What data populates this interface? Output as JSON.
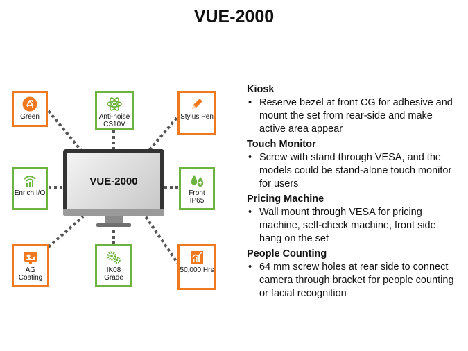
{
  "title": "VUE-2000",
  "monitor_label": "VUE-2000",
  "features": [
    {
      "label": "Green",
      "icon": "recycle-icon",
      "color": "#f0781e"
    },
    {
      "label": "Anti-noise CS10V",
      "icon": "atom-icon",
      "color": "#6cb33f"
    },
    {
      "label": "Stylus Pen",
      "icon": "pen-icon",
      "color": "#f0781e"
    },
    {
      "label": "Enrich I/O",
      "icon": "wifi-signal-icon",
      "color": "#6cb33f"
    },
    {
      "label": "Front IP65",
      "icon": "water-drops-icon",
      "color": "#6cb33f"
    },
    {
      "label": "AG Coating",
      "icon": "ag-screen-icon",
      "color": "#f0781e"
    },
    {
      "label": "IK08 Grade",
      "icon": "gears-icon",
      "color": "#6cb33f"
    },
    {
      "label": "50,000 Hrs",
      "icon": "bar-chart-icon",
      "color": "#f0781e"
    }
  ],
  "sections": [
    {
      "heading": "Kiosk",
      "body": "Reserve bezel at front CG for adhesive and mount the set from rear-side and make active area appear"
    },
    {
      "heading": "Touch Monitor",
      "body": "Screw with stand through VESA, and the models could be stand-alone touch monitor for users"
    },
    {
      "heading": "Pricing Machine",
      "body": "Wall mount through VESA for pricing machine, self-check machine, front side hang on the set"
    },
    {
      "heading": "People Counting",
      "body": "64 mm screw holes at rear side to connect camera through bracket for people counting or facial recognition"
    }
  ]
}
